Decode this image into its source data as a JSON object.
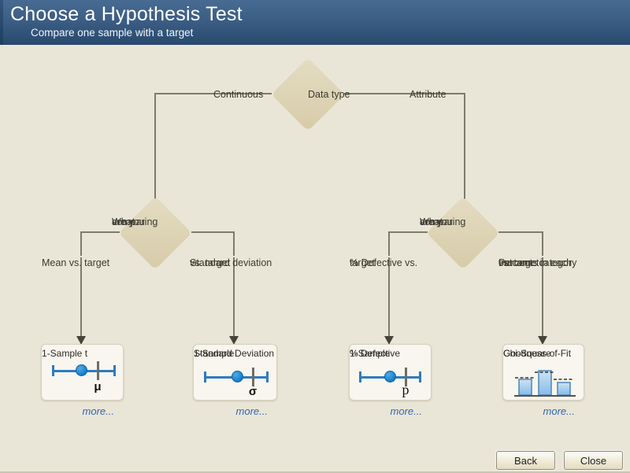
{
  "window": {
    "title": "Choose a Hypothesis Test",
    "subtitle": "Compare one sample with a target"
  },
  "tree": {
    "root": {
      "label": "Data type"
    },
    "branch_left": {
      "label": "Continuous"
    },
    "branch_right": {
      "label": "Attribute"
    },
    "compare_left": {
      "lines": [
        "What",
        "are you",
        "comparing"
      ]
    },
    "compare_right": {
      "lines": [
        "What",
        "are you",
        "comparing"
      ]
    },
    "outcomes": [
      {
        "lines": [
          "Mean vs. target"
        ]
      },
      {
        "lines": [
          "Standard deviation",
          "vs. target"
        ]
      },
      {
        "lines": [
          "% Defective vs.",
          "target"
        ]
      },
      {
        "lines": [
          "Percents in each",
          "outcome category",
          "vs. target"
        ]
      }
    ]
  },
  "cards": [
    {
      "title": [
        "1-Sample t"
      ],
      "symbol": "μ",
      "icon": "confidence-interval-icon",
      "more": "more..."
    },
    {
      "title": [
        "1-Sample",
        "Standard Deviation"
      ],
      "symbol": "σ",
      "icon": "confidence-interval-icon",
      "more": "more..."
    },
    {
      "title": [
        "1-Sample",
        "% Defective"
      ],
      "symbol": "p",
      "icon": "confidence-interval-icon",
      "more": "more..."
    },
    {
      "title": [
        "Chi-Square",
        "Goodness-of-Fit"
      ],
      "icon": "bar-chart-icon",
      "more": "more..."
    }
  ],
  "footer": {
    "back": "Back",
    "close": "Close"
  },
  "colors": {
    "header_top": "#476b92",
    "header_bottom": "#29496d",
    "canvas": "#eae6d7",
    "diamond": "#dcd2b3",
    "connector": "#7c7b6e",
    "interval_blue": "#2e7bc0",
    "marker_blue": "#1f87d2",
    "link_blue": "#3465b0"
  }
}
